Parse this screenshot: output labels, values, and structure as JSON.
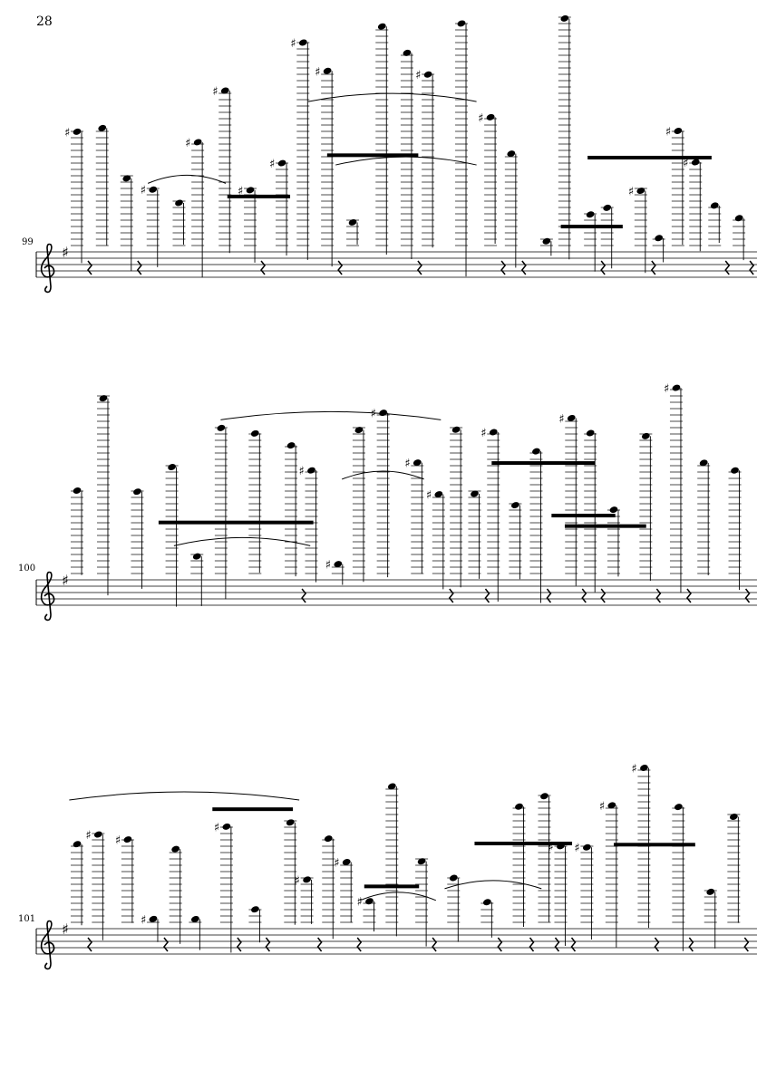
{
  "page": {
    "number": "28"
  },
  "systems": [
    {
      "measure_number": "99",
      "clef": "treble"
    },
    {
      "measure_number": "100",
      "clef": "treble"
    },
    {
      "measure_number": "101",
      "clef": "treble"
    }
  ],
  "colors": {
    "ink": "#000000",
    "paper": "#ffffff"
  }
}
